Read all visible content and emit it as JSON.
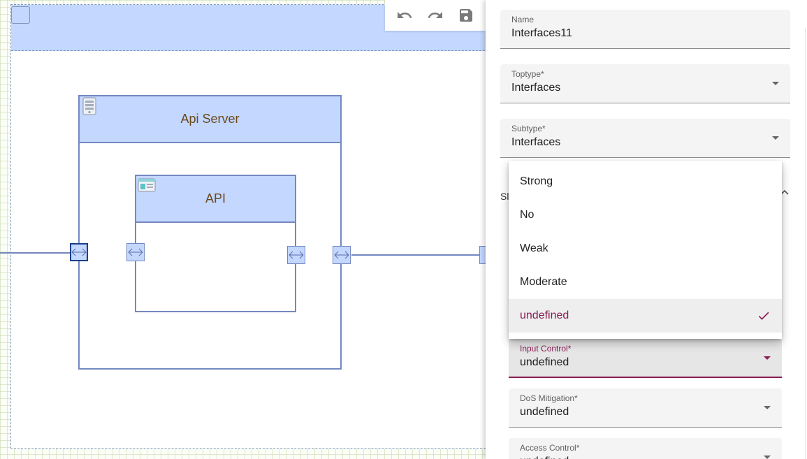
{
  "canvas": {
    "nodes": [
      {
        "label": "Api Server",
        "icon": "server-icon"
      },
      {
        "label": "API",
        "icon": "browser-window-icon"
      }
    ]
  },
  "toolbar": {
    "undo_icon": "undo-icon",
    "redo_icon": "redo-icon",
    "save_icon": "save-icon"
  },
  "panel": {
    "name": {
      "label": "Name",
      "value": "Interfaces11"
    },
    "toptype": {
      "label": "Toptype*",
      "value": "Interfaces"
    },
    "subtype": {
      "label": "Subtype*",
      "value": "Interfaces"
    },
    "partial_section_text": "Sl",
    "input_control": {
      "label": "Input Control*",
      "value": "undefined"
    },
    "dos_mitigation": {
      "label": "DoS Mitigation*",
      "value": "undefined"
    },
    "access_control": {
      "label": "Access Control*",
      "value": "undefined"
    }
  },
  "dropdown": {
    "options": [
      "Strong",
      "No",
      "Weak",
      "Moderate",
      "undefined"
    ],
    "selected": "undefined"
  },
  "colors": {
    "accent": "#8a1c56",
    "node_fill": "#c3d7ff",
    "node_border": "#7388c0"
  }
}
